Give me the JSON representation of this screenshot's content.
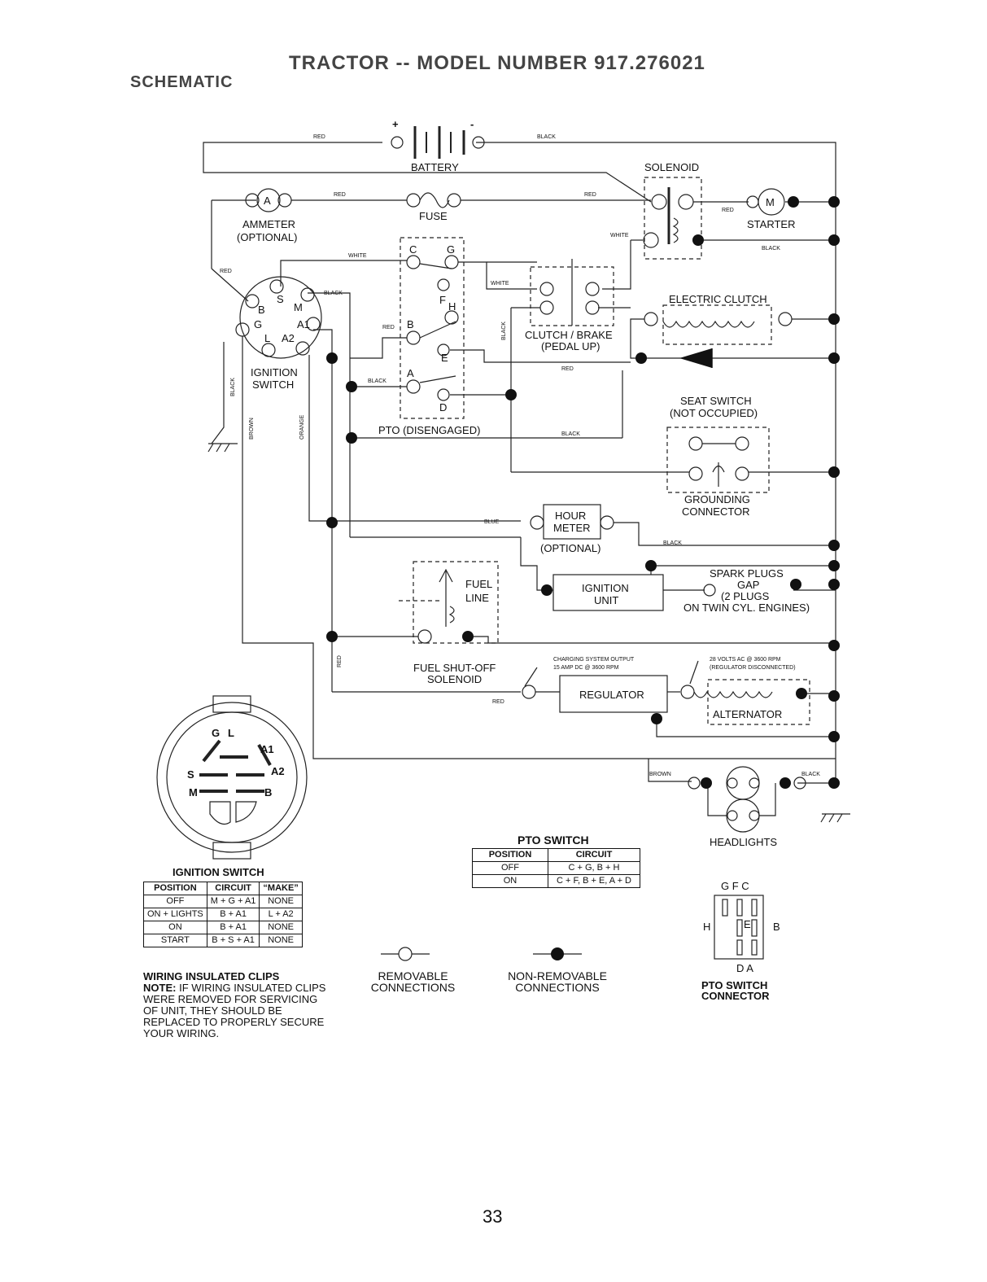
{
  "header": {
    "title": "TRACTOR -- MODEL NUMBER 917.276021",
    "subtitle": "SCHEMATIC"
  },
  "diagram": {
    "battery": "BATTERY",
    "plus": "+",
    "minus": "-",
    "solenoid": "SOLENOID",
    "fuse": "FUSE",
    "ammeter": "AMMETER",
    "ammeter_opt": "(OPTIONAL)",
    "ammeter_symbol": "A",
    "starter": "STARTER",
    "starter_symbol": "M",
    "ignition_switch": [
      "IGNITION",
      "SWITCH"
    ],
    "ign_terminals": {
      "B": "B",
      "S": "S",
      "M": "M",
      "G": "G",
      "A1": "A1",
      "L": "L",
      "A2": "A2"
    },
    "pto_terminals": {
      "C": "C",
      "G": "G",
      "F": "F",
      "H": "H",
      "B": "B",
      "E": "E",
      "A": "A",
      "D": "D"
    },
    "pto_disengaged": "PTO (DISENGAGED)",
    "electric_clutch": "ELECTRIC CLUTCH",
    "clutch_brake": [
      "CLUTCH / BRAKE",
      "(PEDAL UP)"
    ],
    "seat_switch": [
      "SEAT SWITCH",
      "(NOT OCCUPIED)"
    ],
    "grounding_connector": [
      "GROUNDING",
      "CONNECTOR"
    ],
    "hour_meter": [
      "HOUR",
      "METER"
    ],
    "hour_meter_opt": "(OPTIONAL)",
    "spark_plugs": [
      "SPARK PLUGS",
      "GAP",
      "(2 PLUGS",
      "ON TWIN CYL. ENGINES)"
    ],
    "ignition_unit": [
      "IGNITION",
      "UNIT"
    ],
    "fuel_line": [
      "FUEL",
      "LINE"
    ],
    "fuel_solenoid": [
      "FUEL SHUT-OFF",
      "SOLENOID"
    ],
    "charging_output": [
      "CHARGING SYSTEM OUTPUT",
      "15 AMP DC @ 3600 RPM"
    ],
    "alternator_output": [
      "28 VOLTS AC @ 3600 RPM",
      "(REGULATOR DISCONNECTED)"
    ],
    "regulator": "REGULATOR",
    "alternator": "ALTERNATOR",
    "headlights": "HEADLIGHTS",
    "wires": {
      "red": "RED",
      "black": "BLACK",
      "white": "WHITE",
      "blue": "BLUE",
      "brown": "BROWN",
      "orange": "ORANGE"
    },
    "connector_letters": {
      "G": "G",
      "L": "L",
      "A1": "A1",
      "S": "S",
      "A2": "A2",
      "M": "M",
      "B": "B"
    }
  },
  "ignition_table": {
    "caption": "IGNITION SWITCH",
    "headers": [
      "POSITION",
      "CIRCUIT",
      "“MAKE”"
    ],
    "rows": [
      [
        "OFF",
        "M + G + A1",
        "NONE"
      ],
      [
        "ON + LIGHTS",
        "B + A1",
        "L + A2"
      ],
      [
        "ON",
        "B + A1",
        "NONE"
      ],
      [
        "START",
        "B + S + A1",
        "NONE"
      ]
    ]
  },
  "pto_table": {
    "caption": "PTO SWITCH",
    "headers": [
      "POSITION",
      "CIRCUIT"
    ],
    "rows": [
      [
        "OFF",
        "C + G, B + H"
      ],
      [
        "ON",
        "C + F, B + E, A + D"
      ]
    ]
  },
  "note": {
    "heading": "WIRING INSULATED CLIPS",
    "label": "NOTE:",
    "text": "IF WIRING INSULATED CLIPS WERE REMOVED FOR SERVICING OF UNIT, THEY SHOULD BE REPLACED TO PROPERLY SECURE YOUR WIRING."
  },
  "legend": {
    "removable": [
      "REMOVABLE",
      "CONNECTIONS"
    ],
    "non_removable": [
      "NON-REMOVABLE",
      "CONNECTIONS"
    ]
  },
  "pto_connector": {
    "top": "G  F  C",
    "left": "H",
    "center": "E",
    "right": "B",
    "bottom": "D  A",
    "caption": [
      "PTO SWITCH",
      "CONNECTOR"
    ]
  },
  "page_number": "33"
}
